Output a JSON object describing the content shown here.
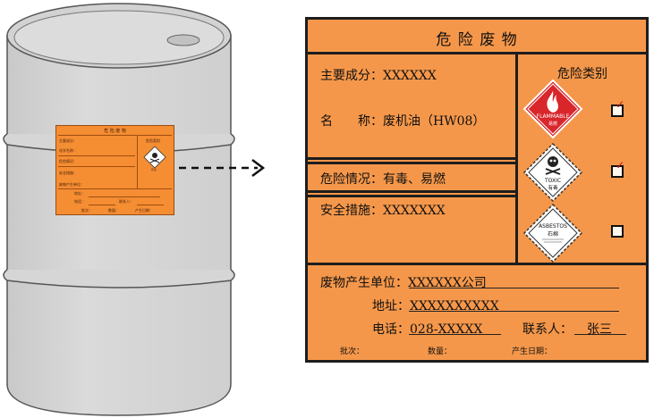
{
  "label": {
    "title": "危 险 废 物",
    "composition_label": "主要成分：",
    "composition_value": "XXXXXX",
    "name_label": "名　　称：",
    "name_value": "废机油（HW08）",
    "hazard_situation_label": "危险情况：",
    "hazard_situation_value": "有毒、易燃",
    "safety_label": "安全措施：",
    "safety_value": "XXXXXXX",
    "category_title": "危险类别",
    "waste_unit_label": "废物产生单位：",
    "waste_unit_value": "XXXXXX公司",
    "address_label": "地址：",
    "address_value": "XXXXXXXXXX",
    "phone_label": "电话：",
    "phone_value": "028-XXXXX",
    "contact_label": "联系人：",
    "contact_value": "张三",
    "batch_label": "批次：",
    "quantity_label": "数量：",
    "date_label": "产生日期："
  },
  "hazards": [
    {
      "name": "flammable",
      "text_en": "FLAMMABLE",
      "text_cn": "易燃",
      "checked": true,
      "color": "#d8262b"
    },
    {
      "name": "toxic",
      "text_en": "TOXIC",
      "text_cn": "有毒",
      "checked": true,
      "color": "#ffffff"
    },
    {
      "name": "asbestos",
      "text_en": "ASBESTOS",
      "text_cn": "石棉",
      "checked": false,
      "color": "#ffffff"
    }
  ],
  "check_mark": "✓",
  "mini_label": {
    "title": "危 险 废 物",
    "line1": "主要成分：",
    "line2": "化学名称：",
    "line3": "危险情况：",
    "line4": "安全措施：",
    "line5": "废物产生单位：",
    "line6": "地址：",
    "line7": "电话：",
    "line7b": "联系人：",
    "line8": "批次：",
    "line8b": "数量：",
    "line8c": "产生日期：",
    "cat": "危险类别",
    "icon_text": "有毒"
  },
  "colors": {
    "label_orange": "#f5974a",
    "mini_orange": "#f58d33",
    "drum_grey": "#d4d4d4",
    "border": "#1d1d1d"
  }
}
